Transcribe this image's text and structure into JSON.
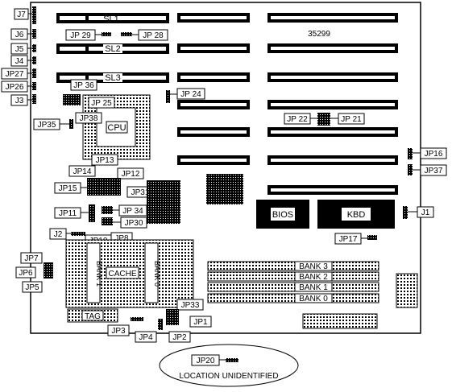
{
  "board_id": "35299",
  "slot_labels": [
    "SL1",
    "SL2",
    "SL3"
  ],
  "chip_labels": {
    "cpu": "CPU",
    "bios": "BIOS",
    "kbd": "KBD",
    "cache": "CACHE",
    "tag": "TAG",
    "bank1_vertical": "BANK 1",
    "bank0_vertical": "BANK 0"
  },
  "memory_banks": [
    "BANK 3",
    "BANK 2",
    "BANK 1",
    "BANK 0"
  ],
  "jumpers": {
    "jp29": "JP 29",
    "jp28": "JP 28",
    "jp24": "JP 24",
    "jp36": "JP 36",
    "jp25": "JP 25",
    "jp38": "JP38",
    "jp35": "JP35",
    "jp22": "JP 22",
    "jp21": "JP 21",
    "jp16": "JP16",
    "jp37": "JP37",
    "jp13": "JP13",
    "jp14": "JP14",
    "jp12": "JP12",
    "jp15": "JP15",
    "jp31": "JP31",
    "jp11": "JP11",
    "jp34": "JP 34",
    "jp30": "JP30",
    "j2": "J2",
    "jp10": "JP10",
    "jp8": "JP8",
    "j1": "J1",
    "jp17": "JP17",
    "jp7": "JP7",
    "jp6": "JP6",
    "jp5": "JP5",
    "jp33": "JP33",
    "jp3": "JP3",
    "jp4": "JP4",
    "jp2": "JP2",
    "jp1": "JP1",
    "jp20": "JP20",
    "j7": "J7",
    "j6": "J6",
    "j5": "J5",
    "j4": "J4",
    "jp27": "JP27",
    "jp26": "JP26",
    "j3": "J3"
  },
  "footer_note": "LOCATION UNIDENTIFIED"
}
